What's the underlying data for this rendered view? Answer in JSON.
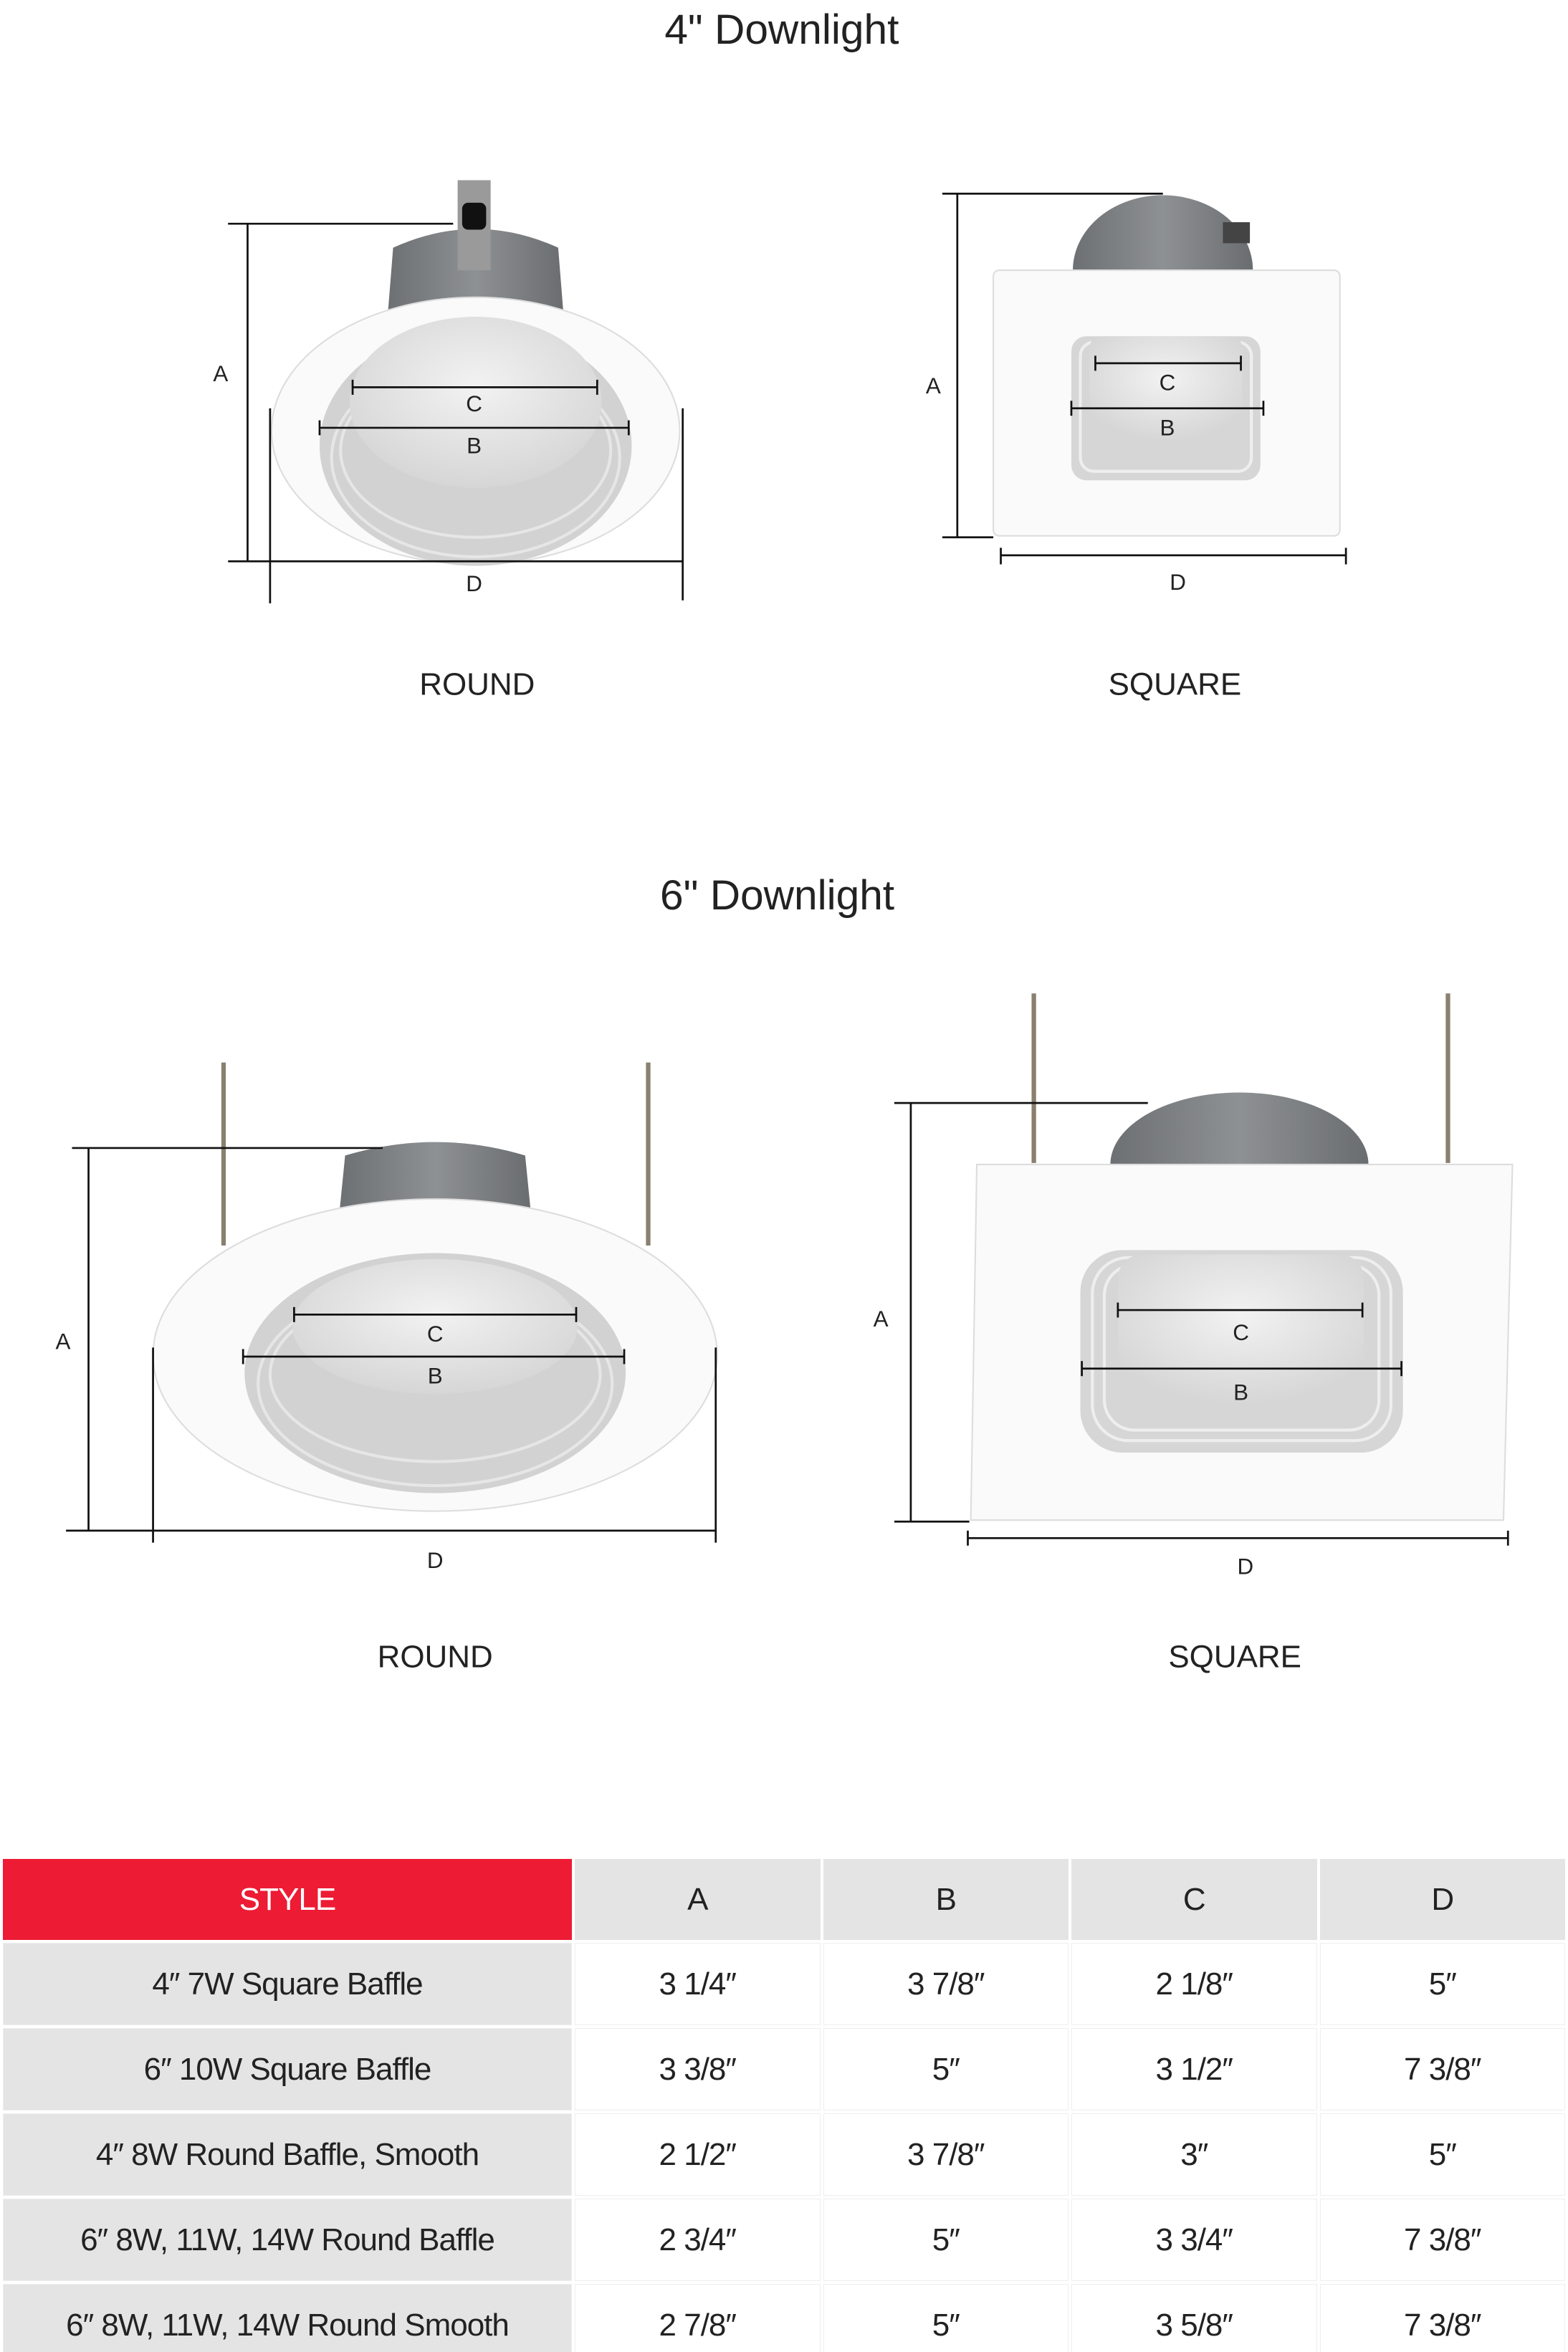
{
  "sections": [
    {
      "title": "4\" Downlight",
      "views": [
        {
          "label": "ROUND",
          "dims": {
            "a": "A",
            "b": "B",
            "c": "C",
            "d": "D"
          }
        },
        {
          "label": "SQUARE",
          "dims": {
            "a": "A",
            "b": "B",
            "c": "C",
            "d": "D"
          }
        }
      ]
    },
    {
      "title": "6\" Downlight",
      "views": [
        {
          "label": "ROUND",
          "dims": {
            "a": "A",
            "b": "B",
            "c": "C",
            "d": "D"
          }
        },
        {
          "label": "SQUARE",
          "dims": {
            "a": "A",
            "b": "B",
            "c": "C",
            "d": "D"
          }
        }
      ]
    }
  ],
  "table": {
    "headers": [
      "STYLE",
      "A",
      "B",
      "C",
      "D"
    ],
    "rows": [
      [
        "4″ 7W Square Baffle",
        "3 1/4″",
        "3 7/8″",
        "2 1/8″",
        "5″"
      ],
      [
        "6″ 10W Square Baffle",
        "3 3/8″",
        "5″",
        "3 1/2″",
        "7 3/8″"
      ],
      [
        "4″ 8W Round Baffle, Smooth",
        "2 1/2″",
        "3 7/8″",
        "3″",
        "5″"
      ],
      [
        "6″ 8W, 11W, 14W Round Baffle",
        "2 3/4″",
        "5″",
        "3 3/4″",
        "7 3/8″"
      ],
      [
        "6″ 8W, 11W, 14W Round Smooth",
        "2 7/8″",
        "5″",
        "3 5/8″",
        "7 3/8″"
      ]
    ]
  },
  "colors": {
    "header_accent": "#ed1b33",
    "header_gray": "#e4e4e4"
  }
}
